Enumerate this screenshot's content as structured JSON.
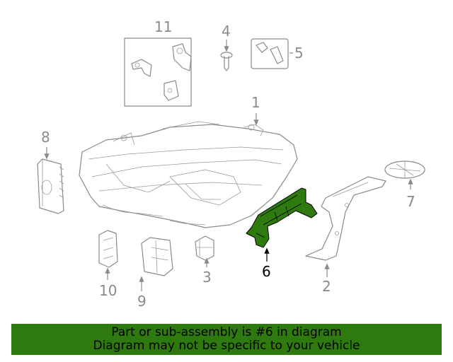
{
  "callouts": {
    "p1": "1",
    "p2": "2",
    "p3": "3",
    "p4": "4",
    "p5": "5",
    "p6": "6",
    "p7": "7",
    "p8": "8",
    "p9": "9",
    "p10": "10",
    "p11": "11"
  },
  "highlight_color": "#2f7a0e",
  "banner": {
    "line1": "Part or sub-assembly is #6 in diagram",
    "line2": "Diagram may not be specific to your vehicle"
  }
}
